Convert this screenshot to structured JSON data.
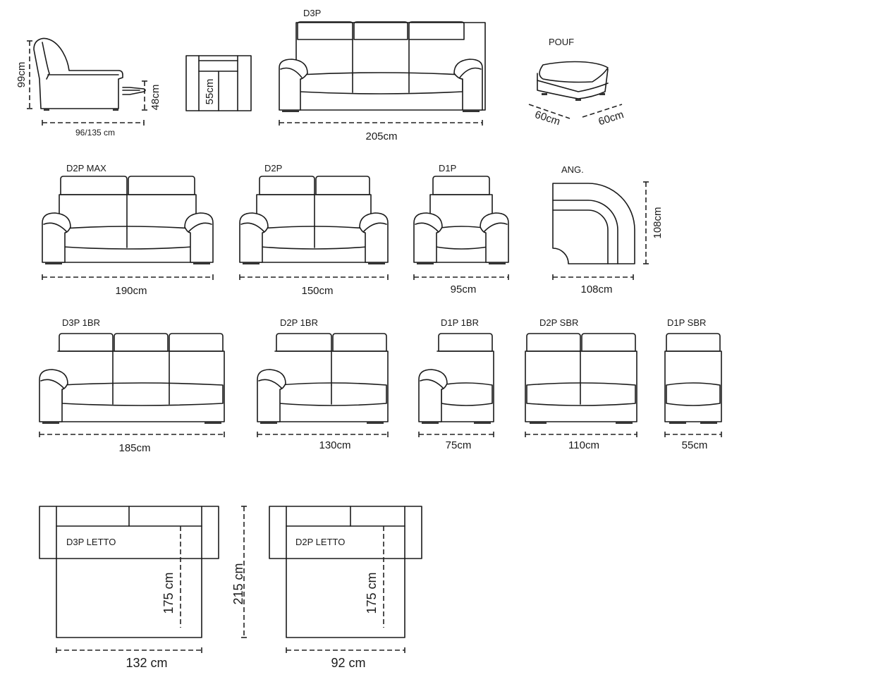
{
  "labels": {
    "d3p": "D3P",
    "pouf": "POUF",
    "d2p_max": "D2P MAX",
    "d2p": "D2P",
    "d1p": "D1P",
    "ang": "ANG.",
    "d3p_1br": "D3P  1BR",
    "d2p_1br": "D2P  1BR",
    "d1p_1br": "D1P  1BR",
    "d2p_sbr": "D2P  SBR",
    "d1p_sbr": "D1P  SBR",
    "d3p_letto": "D3P LETTO",
    "d2p_letto": "D2P LETTO"
  },
  "dimensions": {
    "side_height": "99cm",
    "side_seat_height": "48cm",
    "side_depth": "96/135 cm",
    "arm_width": "55cm",
    "d3p_width": "205cm",
    "pouf_depth": "60cm",
    "pouf_width": "60cm",
    "d2p_max_width": "190cm",
    "d2p_width": "150cm",
    "d1p_width": "95cm",
    "ang_width": "108cm",
    "ang_height": "108cm",
    "d3p_1br_width": "185cm",
    "d2p_1br_width": "130cm",
    "d1p_1br_width": "75cm",
    "d2p_sbr_width": "110cm",
    "d1p_sbr_width": "55cm",
    "d3p_letto_mattress": "175 cm",
    "d3p_letto_width": "132 cm",
    "letto_length": "215 cm",
    "d2p_letto_mattress": "175 cm",
    "d2p_letto_width": "92 cm"
  }
}
